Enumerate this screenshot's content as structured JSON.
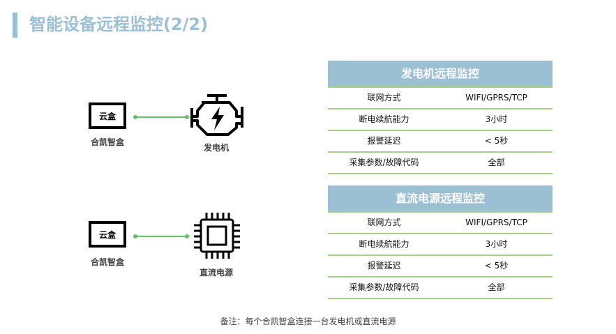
{
  "title": "智能设备远程监控(2/2)",
  "devices": [
    {
      "box": "云盒",
      "box_label": "合凯智盒",
      "target": "发电机"
    },
    {
      "box": "云盒",
      "box_label": "合凯智盒",
      "target": "直流电源"
    }
  ],
  "tables": [
    {
      "header": "发电机远程监控",
      "rows": [
        [
          "联网方式",
          "WIFI/GPRS/TCP"
        ],
        [
          "断电续航能力",
          "3小时"
        ],
        [
          "报警延迟",
          "< 5秒"
        ],
        [
          "采集参数/故障代码",
          "全部"
        ]
      ]
    },
    {
      "header": "直流电源远程监控",
      "rows": [
        [
          "联网方式",
          "WIFI/GPRS/TCP"
        ],
        [
          "断电续航能力",
          "3小时"
        ],
        [
          "报警延迟",
          "< 5秒"
        ],
        [
          "采集参数/故障代码",
          "全部"
        ]
      ]
    }
  ],
  "note": "备注：每个合凯智盒连接一台发电机或直流电源"
}
